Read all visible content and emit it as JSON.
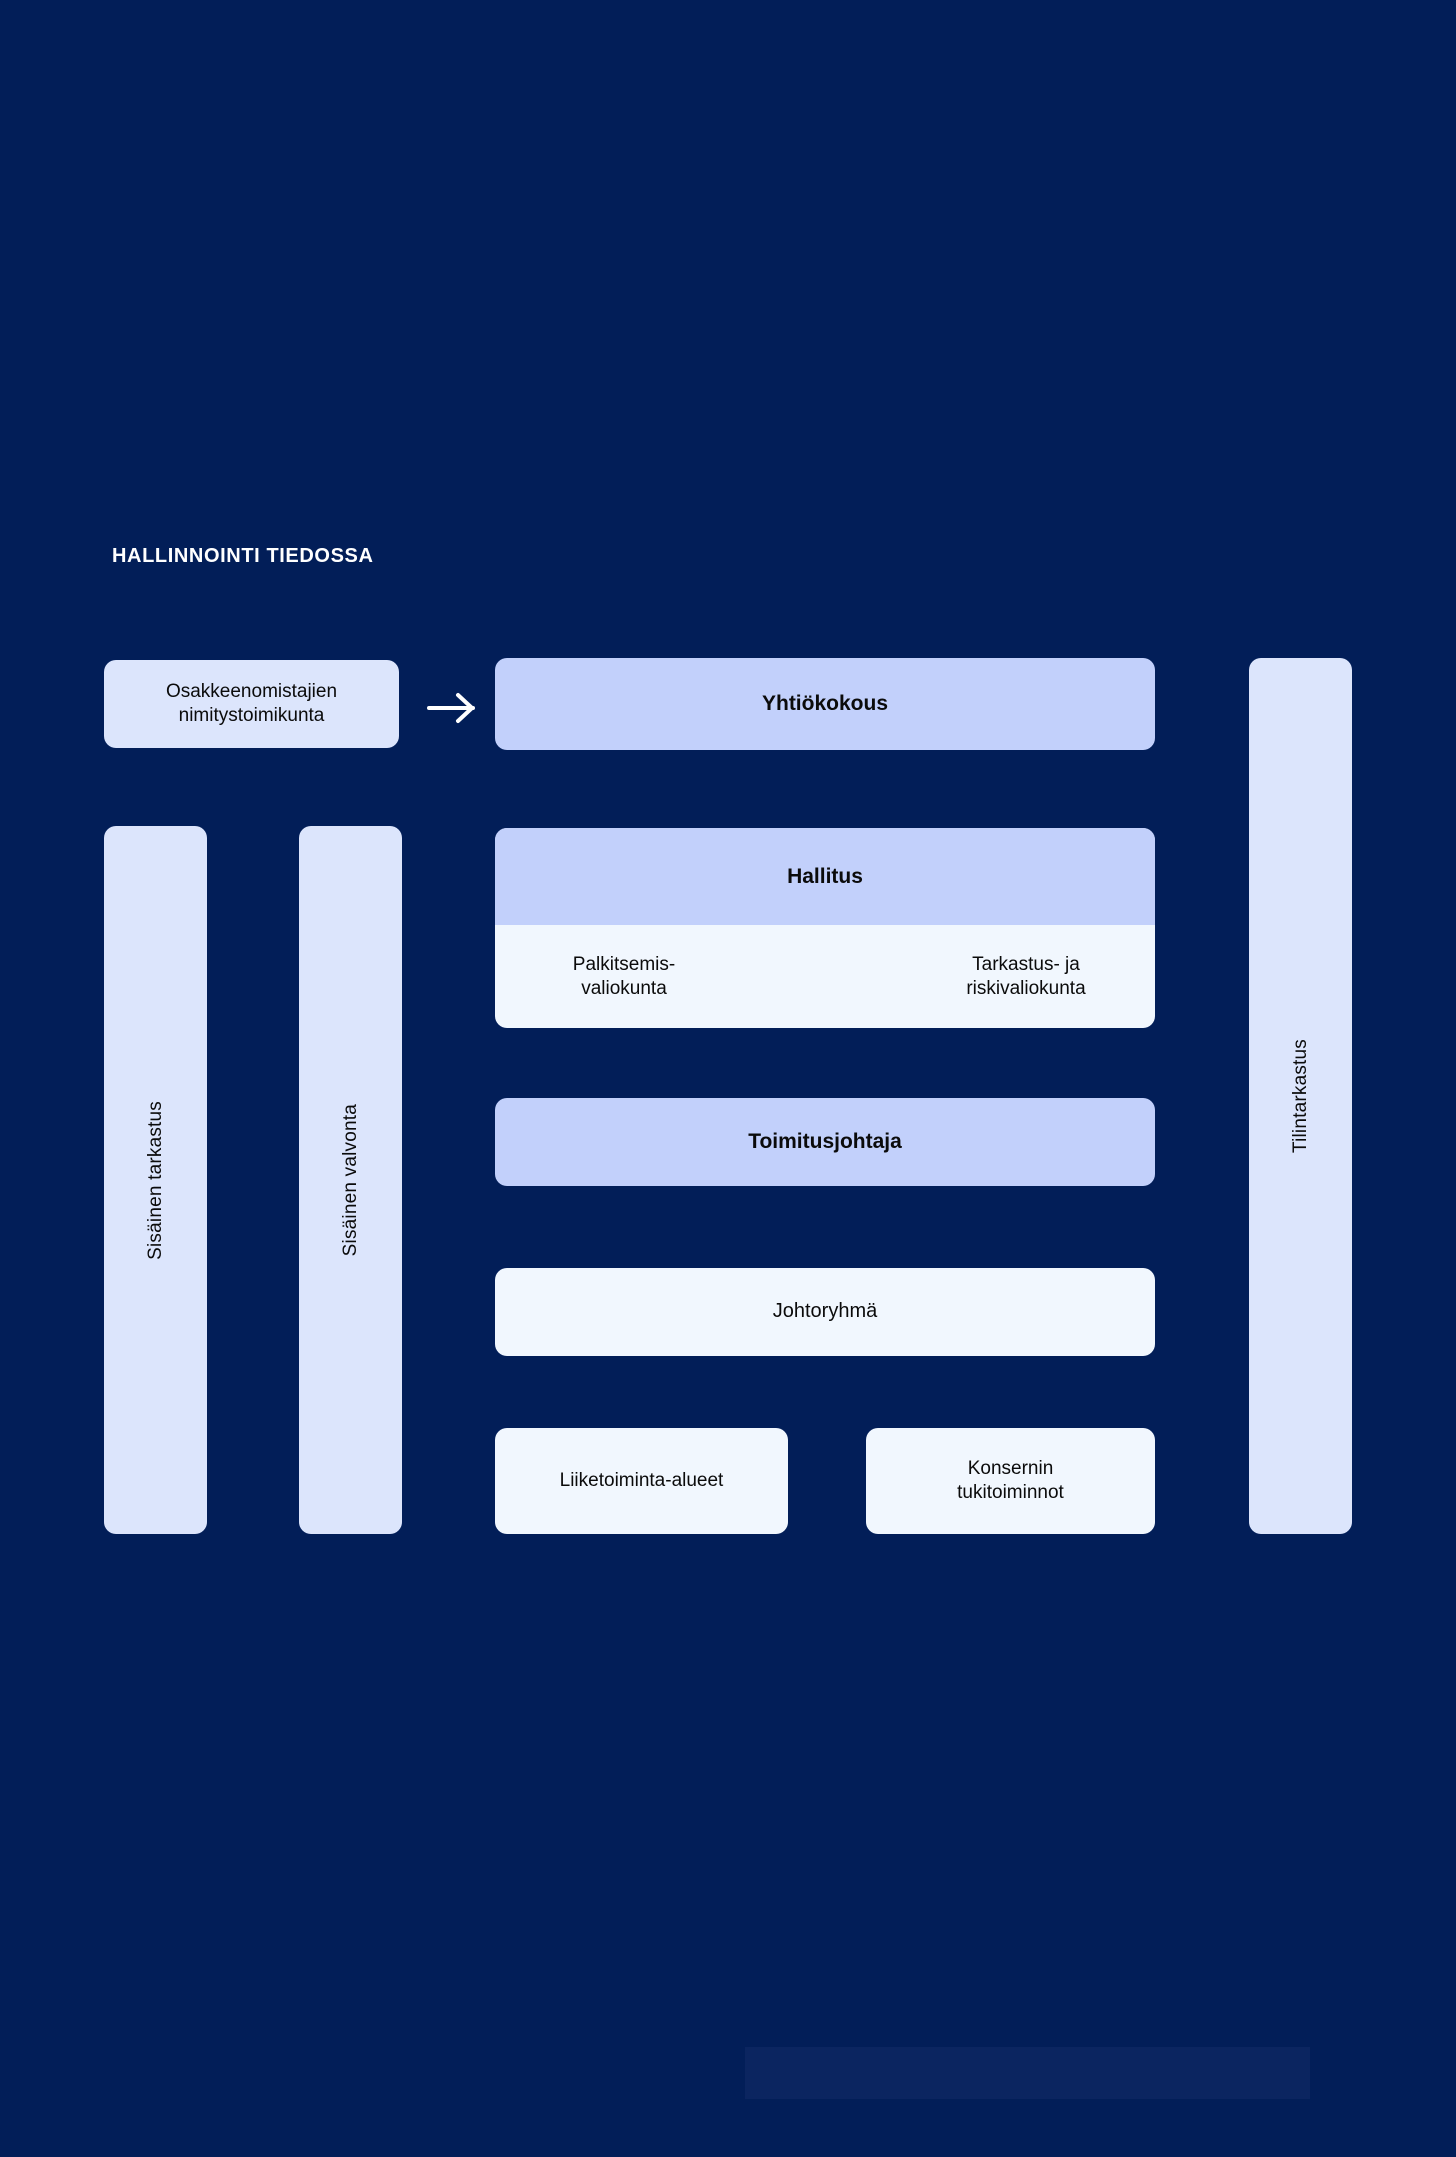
{
  "page": {
    "background_color": "#021e58",
    "title": "HALLINNOINTI TIEDOSSA"
  },
  "colors": {
    "background": "#021e58",
    "box_mid_blue": "#c2d0fb",
    "box_pale": "#f1f7fe",
    "column_blue": "#dce5fc",
    "text_dark": "#0b0b0b",
    "text_light": "#ffffff",
    "band": "#0b2560"
  },
  "diagram": {
    "nomination": {
      "label": "Osakkeenomistajien nimitystoimikunta",
      "line1": "Osakkeenomistajien",
      "line2": "nimitystoimikunta"
    },
    "arrow": {
      "icon": "arrow-right-icon",
      "direction": "right",
      "color": "#ffffff"
    },
    "agm": {
      "label": "Yhtiökokous"
    },
    "board": {
      "label": "Hallitus",
      "committees": [
        {
          "label": "Palkitsemis- valiokunta",
          "line1": "Palkitsemis-",
          "line2": "valiokunta"
        },
        {
          "label": "Tarkastus- ja riskivaliokunta",
          "line1": "Tarkastus- ja",
          "line2": "riskivaliokunta"
        }
      ]
    },
    "ceo": {
      "label": "Toimitusjohtaja"
    },
    "management_team": {
      "label": "Johtoryhmä"
    },
    "units": [
      {
        "label": "Liiketoiminta-alueet"
      },
      {
        "label": "Konsernin tukitoiminnot",
        "line1": "Konsernin",
        "line2": "tukitoiminnot"
      }
    ],
    "side_columns": [
      {
        "label": "Sisäinen tarkastus",
        "position": "left-outer"
      },
      {
        "label": "Sisäinen valvonta",
        "position": "left-inner"
      },
      {
        "label": "Tilintarkastus",
        "position": "right-outer"
      }
    ]
  }
}
